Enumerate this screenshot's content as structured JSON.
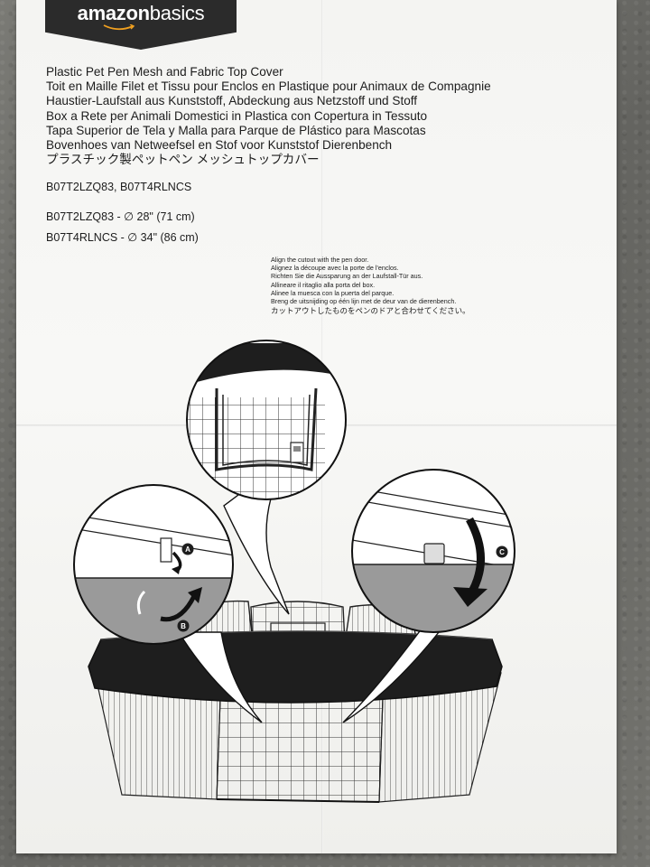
{
  "brand": {
    "name_part1": "amazon",
    "name_part2": "basics"
  },
  "title_lines": [
    "Plastic Pet Pen Mesh and Fabric Top Cover",
    "Toit en Maille Filet et Tissu pour Enclos en Plastique pour Animaux de Compagnie",
    "Haustier-Laufstall aus Kunststoff, Abdeckung aus Netzstoff und Stoff",
    "Box a Rete per Animali Domestici in Plastica con Copertura in Tessuto",
    "Tapa Superior de Tela y Malla para Parque de Plástico para Mascotas",
    "Bovenhoes van Netweefsel en Stof voor Kunststof Dierenbench",
    "プラスチック製ペットペン メッシュトップカバー"
  ],
  "model_codes": "B07T2LZQ83, B07T4RLNCS",
  "sizes": [
    "B07T2LZQ83 - ∅ 28\" (71 cm)",
    "B07T4RLNCS - ∅ 34\" (86 cm)"
  ],
  "instructions": [
    "Align the cutout with the pen door.",
    "Alignez la découpe avec la porte de l'enclos.",
    "Richten Sie die Aussparung an der Laufstall-Tür aus.",
    "Allineare il ritaglio alla porta del box.",
    "Alinee la muesca con la puerta del parque.",
    "Breng de uitsnijding op één lijn met de deur van de dierenbench.",
    "カットアウトしたものをペンのドアと合わせてください。"
  ],
  "step_labels": {
    "a": "A",
    "b": "B",
    "c": "C"
  },
  "colors": {
    "sheet": "#f6f6f4",
    "ink": "#1c1c1c",
    "floor": "#6f6f6b",
    "cover": "#1e1e1e"
  }
}
